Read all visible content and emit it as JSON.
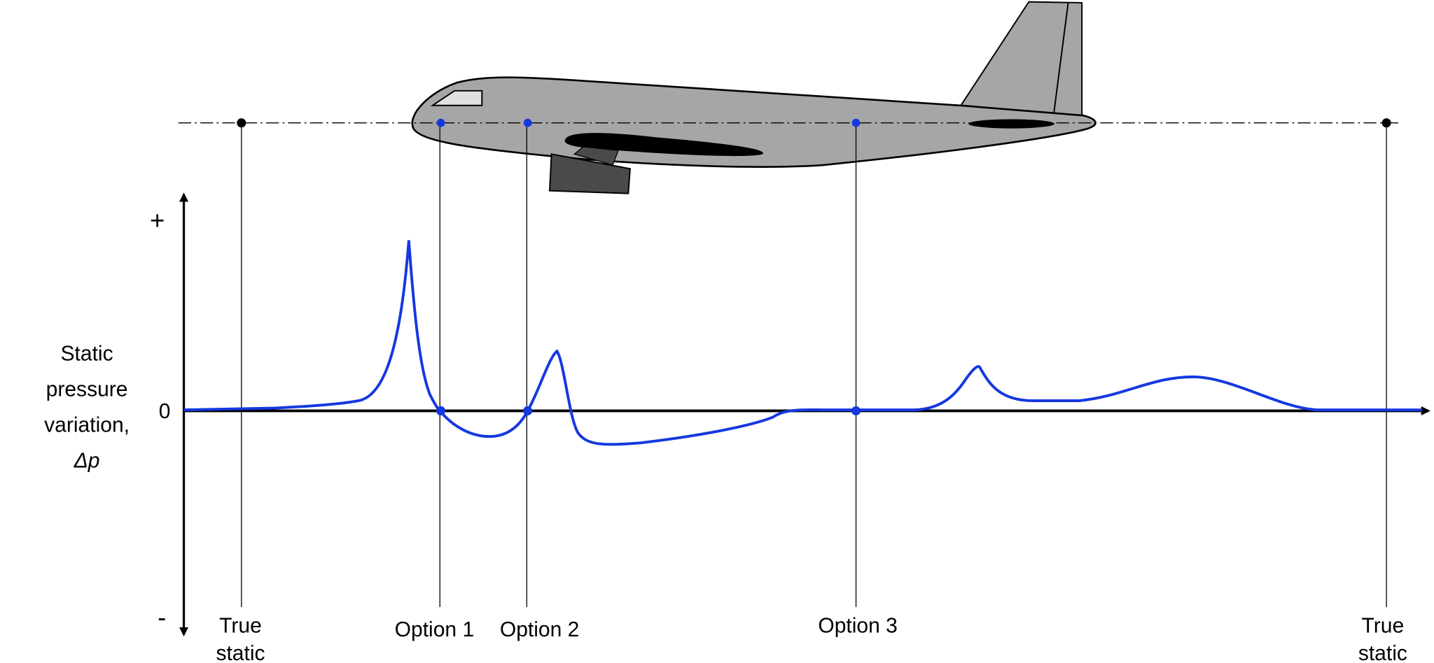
{
  "colors": {
    "curve": "#1538e0",
    "aircraft_body": "#a6a6a6",
    "engine": "#4a4a4a",
    "axis": "#000000"
  },
  "y_axis": {
    "plus_label": "+",
    "zero_label": "0",
    "minus_label": "-",
    "title_lines": [
      "Static",
      "pressure",
      "variation,",
      "Δp"
    ]
  },
  "positions": [
    {
      "lines": [
        "True",
        "static"
      ]
    },
    {
      "lines": [
        "Option 1"
      ]
    },
    {
      "lines": [
        "Option 2"
      ]
    },
    {
      "lines": [
        "Option 3"
      ]
    },
    {
      "lines": [
        "True",
        "static"
      ]
    }
  ]
}
